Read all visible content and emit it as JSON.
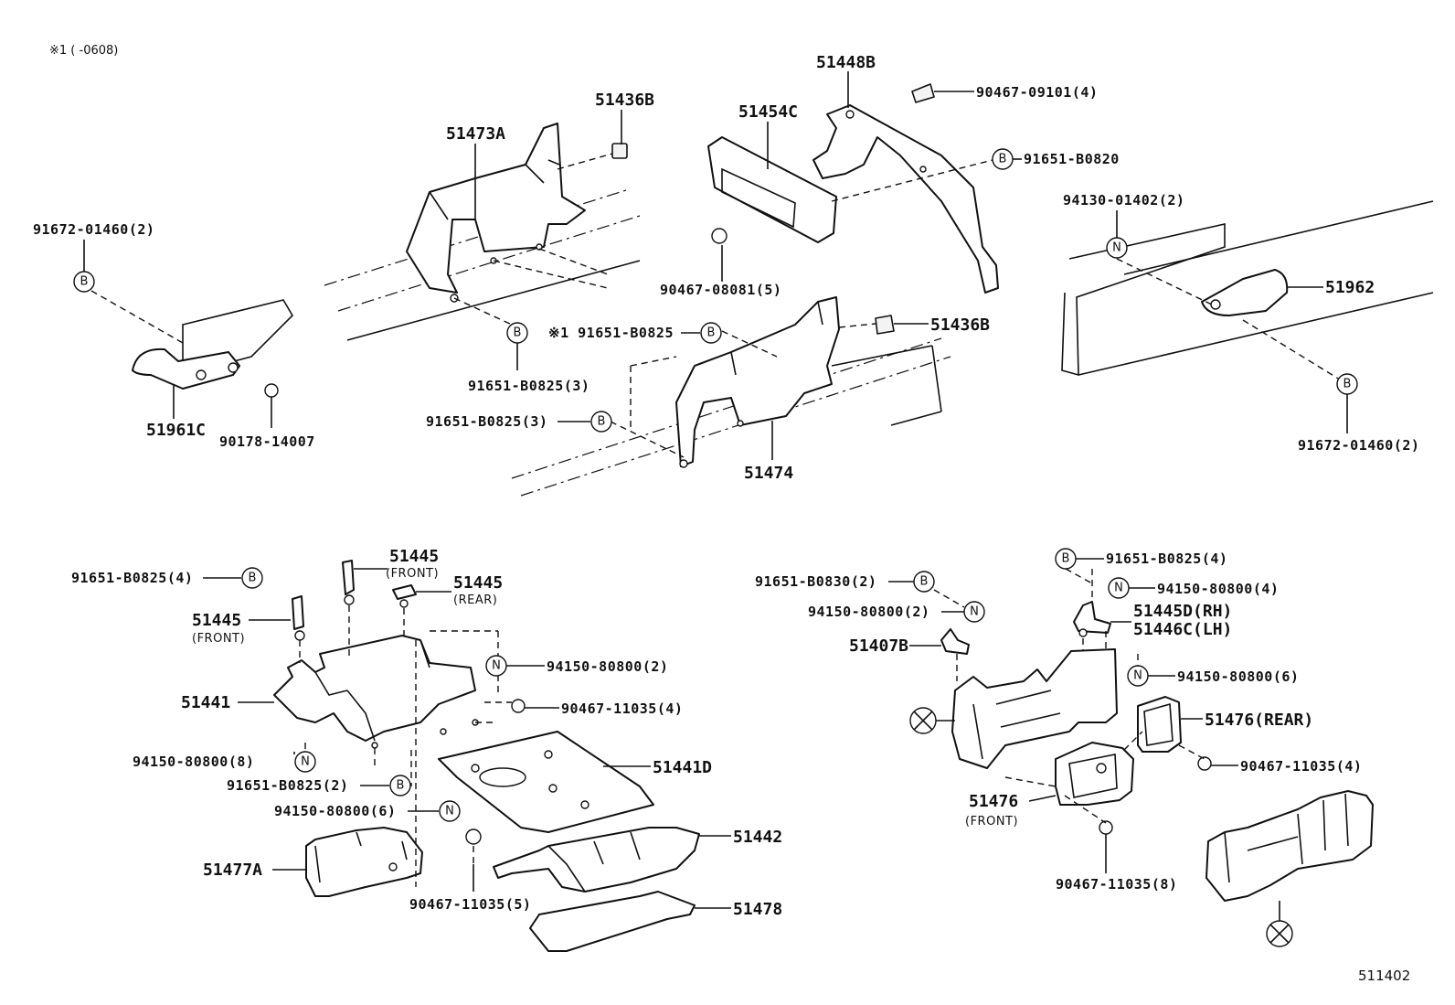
{
  "header_note": "※1 (      -0608)",
  "diagram_code": "511402",
  "symbols": {
    "b": "B",
    "n": "N"
  },
  "labels": {
    "p51448B": "51448B",
    "p90467_09101": "90467-09101(4)",
    "p51436B_top": "51436B",
    "p51454C": "51454C",
    "p51473A": "51473A",
    "p91651_B0820": "91651-B0820",
    "p94130_01402": "94130-01402(2)",
    "p91672_01460_left": "91672-01460(2)",
    "p90467_08081": "90467-08081(5)",
    "p51962": "51962",
    "p91651_B0825_star": "※1 91651-B0825",
    "p51436B_mid": "51436B",
    "p91651_B0825_3a": "91651-B0825(3)",
    "p51961C": "51961C",
    "p90178_14007": "90178-14007",
    "p91651_B0825_3b": "91651-B0825(3)",
    "p51474": "51474",
    "p91672_01460_right": "91672-01460(2)",
    "p51445_a": "51445",
    "p51445_a_sub": "(FRONT)",
    "p51445_b": "51445",
    "p51445_b_sub": "(REAR)",
    "p91651_B0825_4a": "91651-B0825(4)",
    "p51445_c": "51445",
    "p51445_c_sub": "(FRONT)",
    "p94150_80800_2a": "94150-80800(2)",
    "p51441": "51441",
    "p90467_11035_4a": "90467-11035(4)",
    "p94150_80800_8": "94150-80800(8)",
    "p51441D": "51441D",
    "p91651_B0825_2": "91651-B0825(2)",
    "p94150_80800_6a": "94150-80800(6)",
    "p51442": "51442",
    "p51477A": "51477A",
    "p90467_11035_5": "90467-11035(5)",
    "p51478": "51478",
    "p91651_B0825_4b": "91651-B0825(4)",
    "p94150_80800_4": "94150-80800(4)",
    "p91651_B0830": "91651-B0830(2)",
    "p94150_80800_2b": "94150-80800(2)",
    "p51445D": "51445D(RH)",
    "p51446C": "51446C(LH)",
    "p51407B": "51407B",
    "p94150_80800_6b": "94150-80800(6)",
    "p51476_rear": "51476(REAR)",
    "p90467_11035_4b": "90467-11035(4)",
    "p51476_front": "51476",
    "p51476_front_sub": "(FRONT)",
    "p90467_11035_8": "90467-11035(8)"
  }
}
